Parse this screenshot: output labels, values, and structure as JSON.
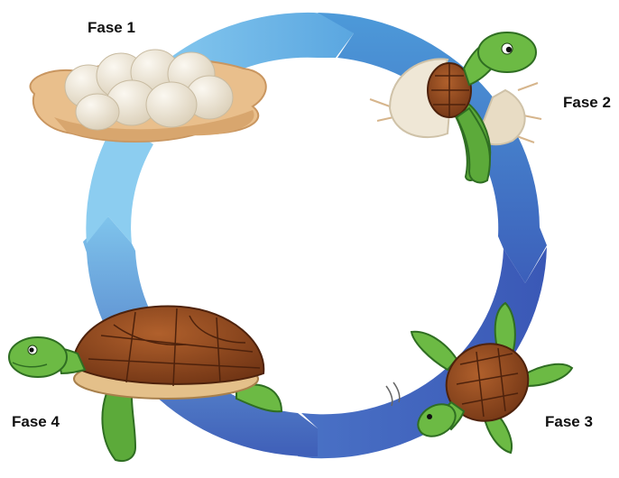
{
  "stages": [
    {
      "label": "Fase 1",
      "subject": "turtle-eggs-in-nest"
    },
    {
      "label": "Fase 2",
      "subject": "hatchling-emerging-from-egg"
    },
    {
      "label": "Fase 3",
      "subject": "juvenile-turtle"
    },
    {
      "label": "Fase 4",
      "subject": "adult-sea-turtle"
    }
  ],
  "colors": {
    "arrow_light": "#7fc4ec",
    "arrow_mid": "#4a94d8",
    "arrow_dark": "#3a55b4",
    "shell_dark": "#7a3a16",
    "shell_light": "#a85a2c",
    "skin": "#5caa3a",
    "skin_dark": "#2f6e22",
    "egg": "#efe7d6",
    "sand": "#e4b985"
  }
}
